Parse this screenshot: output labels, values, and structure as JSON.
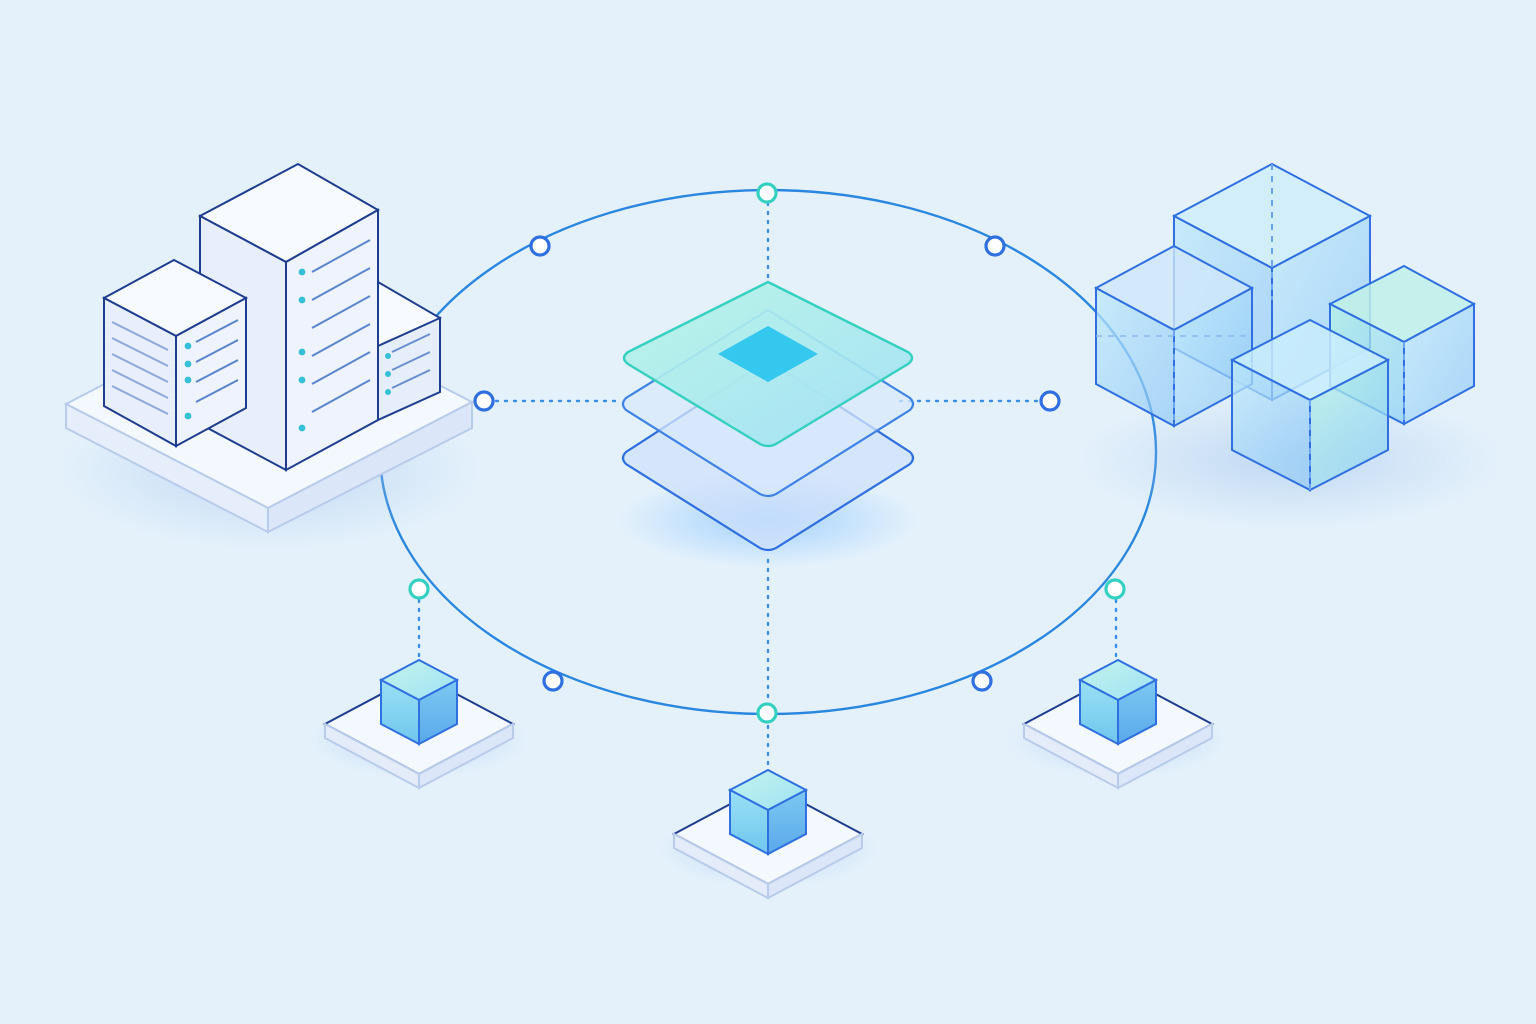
{
  "palette": {
    "background": "#e4f1fb",
    "stroke_dark": "#1e3d8f",
    "stroke_blue": "#2f6fe0",
    "stroke_teal": "#35d0c0",
    "ring": "#2a7fde",
    "connector": "#3a8ee8",
    "face_light": "#f6f9ff",
    "face_mid": "#e7eefb",
    "face_dark": "#d6e2f6",
    "cube_fill": "#7fd6f2",
    "hub_teal": "#8ff0dd",
    "hub_core": "#35c8ee"
  },
  "icons": {
    "left": "server-rack-icon",
    "center": "layer-stack-icon",
    "right": "cube-cluster-icon",
    "satellite": "cube-node-icon"
  },
  "ring_nodes": [
    {
      "name": "ring-node-top",
      "tone": "teal"
    },
    {
      "name": "ring-node-upper-left",
      "tone": "blue"
    },
    {
      "name": "ring-node-upper-right",
      "tone": "blue"
    },
    {
      "name": "ring-node-left",
      "tone": "blue"
    },
    {
      "name": "ring-node-right",
      "tone": "blue"
    },
    {
      "name": "ring-node-lower-left-teal",
      "tone": "teal"
    },
    {
      "name": "ring-node-lower-right-teal",
      "tone": "teal"
    },
    {
      "name": "ring-node-bottom-left",
      "tone": "blue"
    },
    {
      "name": "ring-node-bottom-right",
      "tone": "blue"
    },
    {
      "name": "ring-node-bottom",
      "tone": "teal"
    }
  ]
}
